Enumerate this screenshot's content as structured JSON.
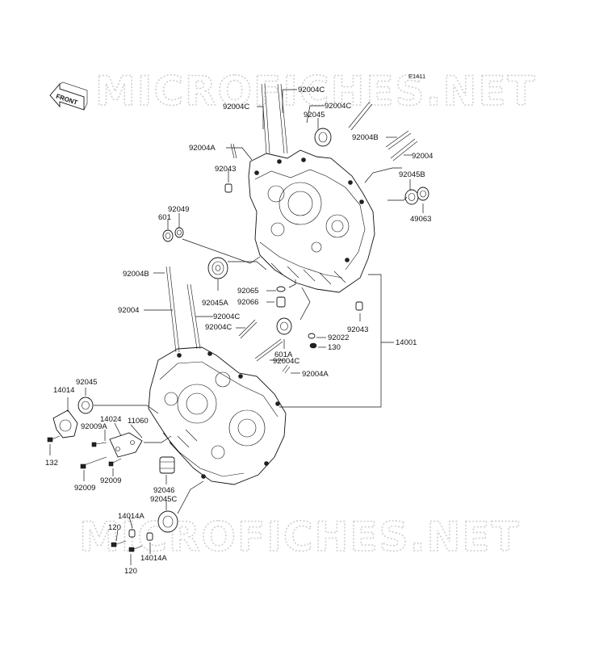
{
  "diagram_code": "E1411",
  "front_label": "FRONT",
  "watermarks": [
    "MICROFICHES.NET",
    "MICROFICHES.NET"
  ],
  "labels": [
    "92004C",
    "92004C",
    "92004C",
    "92045",
    "92004A",
    "92004B",
    "92043",
    "92004",
    "92045B",
    "49063",
    "92049",
    "601",
    "92004B",
    "92045A",
    "92065",
    "92066",
    "92004",
    "92004C",
    "92004C",
    "92043",
    "92022",
    "130",
    "601A",
    "92004C",
    "14001",
    "92004A",
    "14014",
    "92045",
    "14024",
    "11060",
    "92009A",
    "132",
    "92009",
    "92009",
    "92046",
    "92045C",
    "14014A",
    "120",
    "120",
    "14014A"
  ]
}
